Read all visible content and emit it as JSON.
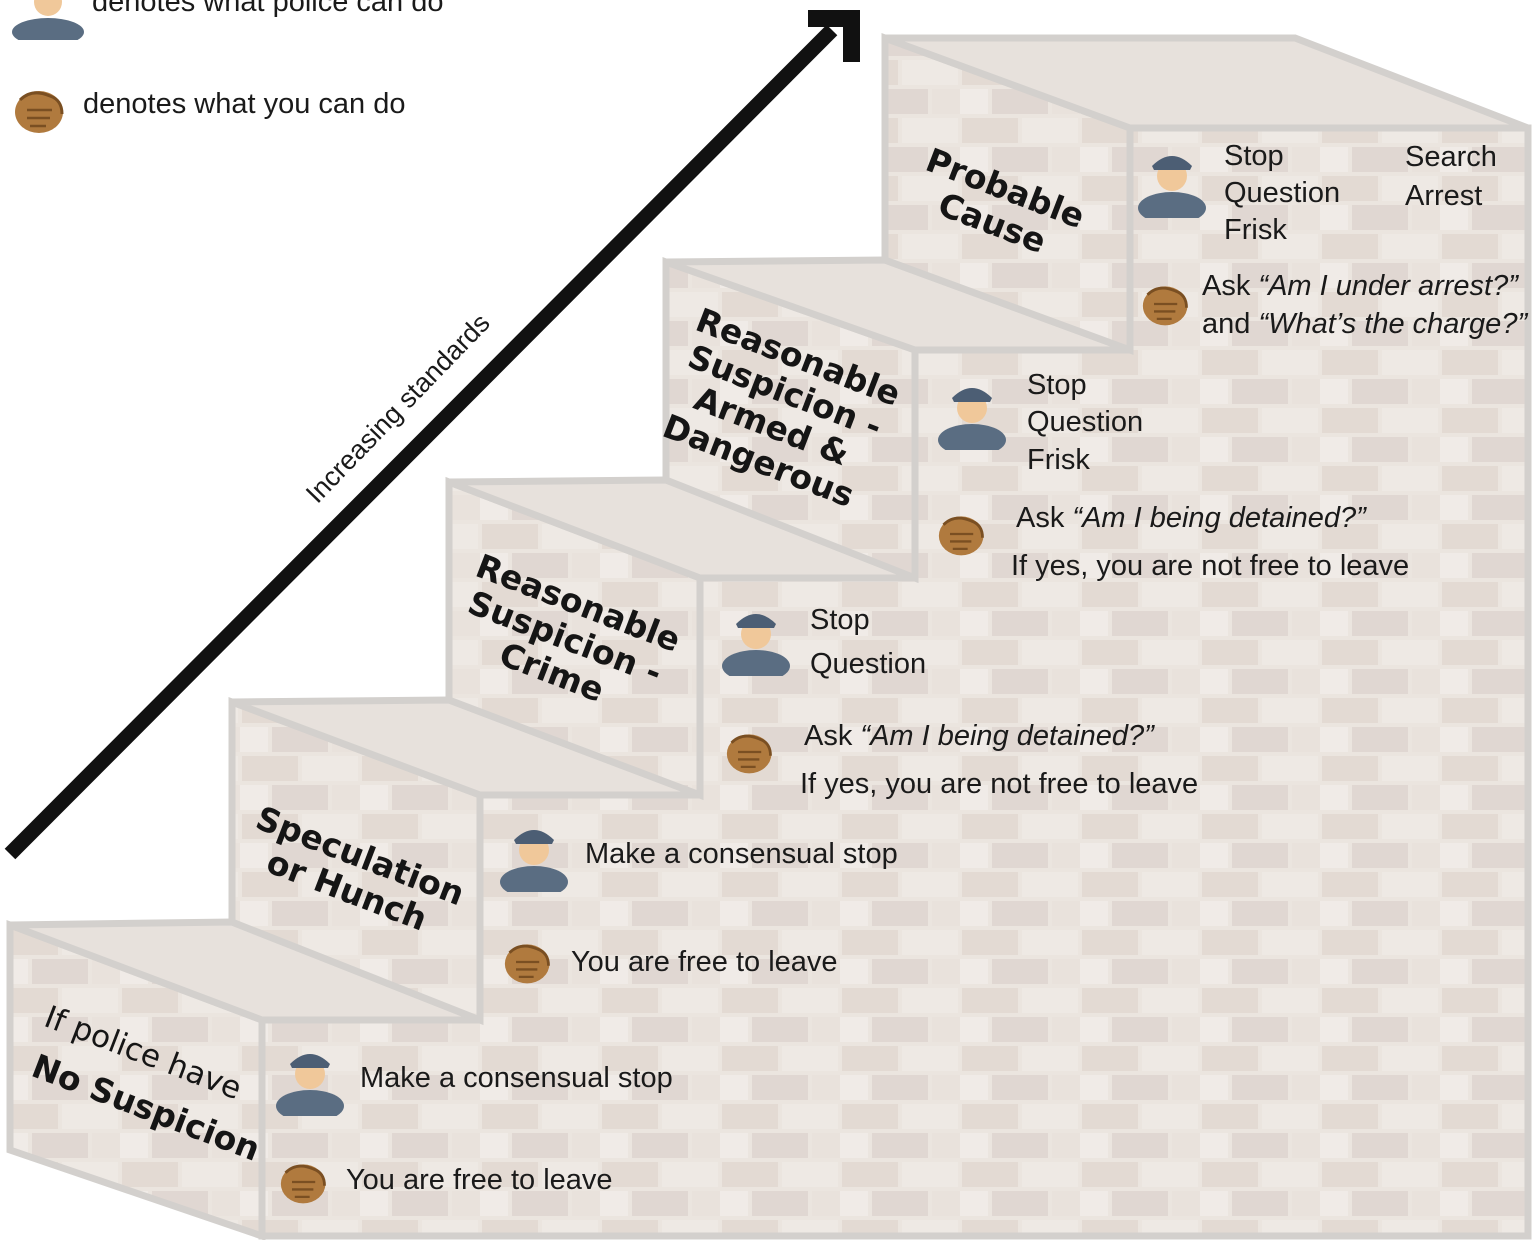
{
  "legend": {
    "police_text": "denotes what police can do",
    "you_text": "denotes what you can do",
    "police_icon": "police-officer-icon",
    "you_icon": "pointing-hand-icon"
  },
  "arrow": {
    "label": "Increasing standards"
  },
  "steps": [
    {
      "prefix": "If police have",
      "title": "No Suspicion",
      "police": [
        "Make a consensual stop"
      ],
      "you": [
        "You are free to leave"
      ]
    },
    {
      "title": "Speculation\nor Hunch",
      "police": [
        "Make a consensual stop"
      ],
      "you": [
        "You are free to leave"
      ]
    },
    {
      "title": "Reasonable\nSuspicion -\nCrime",
      "police": [
        "Stop",
        "Question"
      ],
      "you_plain": "Ask ",
      "you_quote": "“Am I being detained?”",
      "you_line2": "If yes, you are not free to leave"
    },
    {
      "title": "Reasonable\nSuspicion -\nArmed &\nDangerous",
      "police": [
        "Stop",
        "Question",
        "Frisk"
      ],
      "you_plain": "Ask ",
      "you_quote": "“Am I being detained?”",
      "you_line2": "If yes, you are not free to leave"
    },
    {
      "title": "Probable\nCause",
      "police_col1": [
        "Stop",
        "Question",
        "Frisk"
      ],
      "police_col2": [
        "Search",
        "Arrest"
      ],
      "you_plain1": "Ask ",
      "you_quote1": "“Am I under arrest?”",
      "you_plain2": "and ",
      "you_quote2": "“What’s the charge?”"
    }
  ],
  "colors": {
    "wall": "#ece6e1",
    "edge": "#d3d0cd",
    "arrow": "#111111",
    "skin": "#f0c89a",
    "uniform": "#5a6d82",
    "hand": "#b07a3e"
  }
}
